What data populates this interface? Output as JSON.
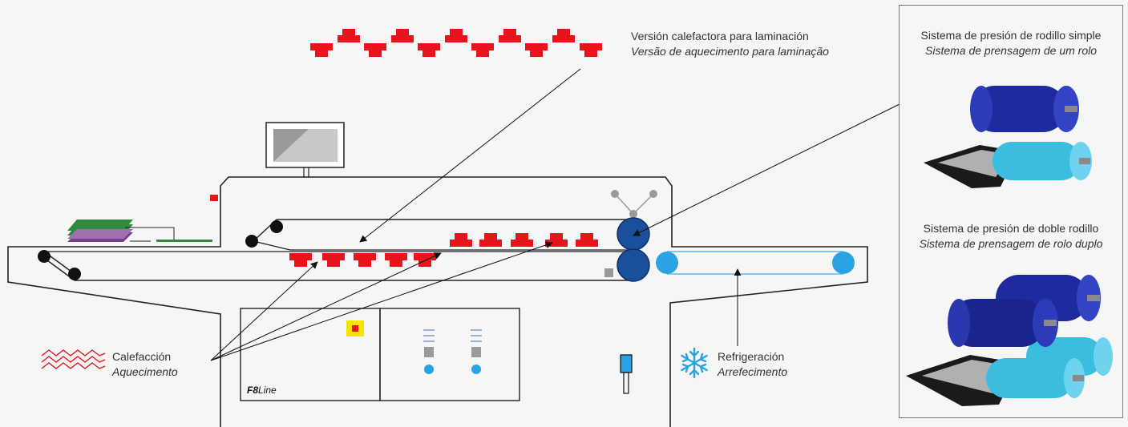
{
  "labels": {
    "lamination_heating_es": "Versión calefactora para laminación",
    "lamination_heating_pt": "Versão de aquecimento para laminação",
    "heating_es": "Calefacción",
    "heating_pt": "Aquecimento",
    "cooling_es": "Refrigeración",
    "cooling_pt": "Arrefecimento",
    "machine_model": "F8",
    "machine_model_suffix": "Line"
  },
  "panel": {
    "single_roller_es": "Sistema de presión de rodillo simple",
    "single_roller_pt": "Sistema de prensagem de um rolo",
    "double_roller_es": "Sistema de presión de doble rodillo",
    "double_roller_pt": "Sistema de prensagem de rolo duplo"
  },
  "colors": {
    "heater": "#e8141c",
    "roller_dark": "#1a4f9c",
    "roller_light": "#2aa3e3",
    "cool_band": "#5bb8e8",
    "accent_yellow": "#f5e400",
    "outline": "#222222",
    "roll_top": "#1f2a9e",
    "roll_bottom": "#3bbde0"
  },
  "icons": {
    "heating": "wavy-heat-icon",
    "cooling": "snowflake-icon"
  }
}
